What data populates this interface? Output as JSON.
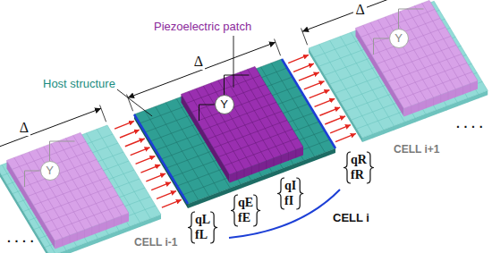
{
  "diagram": {
    "nodes": [
      {
        "text": [
          "Y"
        ]
      },
      {
        "text": [
          "Y"
        ]
      },
      {
        "text": [
          "Y"
        ]
      }
    ],
    "labels": [
      "Piezoelectric patch",
      "Host structure",
      "Δ",
      "Δ",
      "Δ",
      "qL",
      "fL",
      "qE",
      "fE",
      "qI",
      "fI",
      "qR",
      "fR",
      "CELL i-1",
      "CELL i",
      "CELL i+1",
      "· · · ·",
      "· · · ·"
    ]
  }
}
